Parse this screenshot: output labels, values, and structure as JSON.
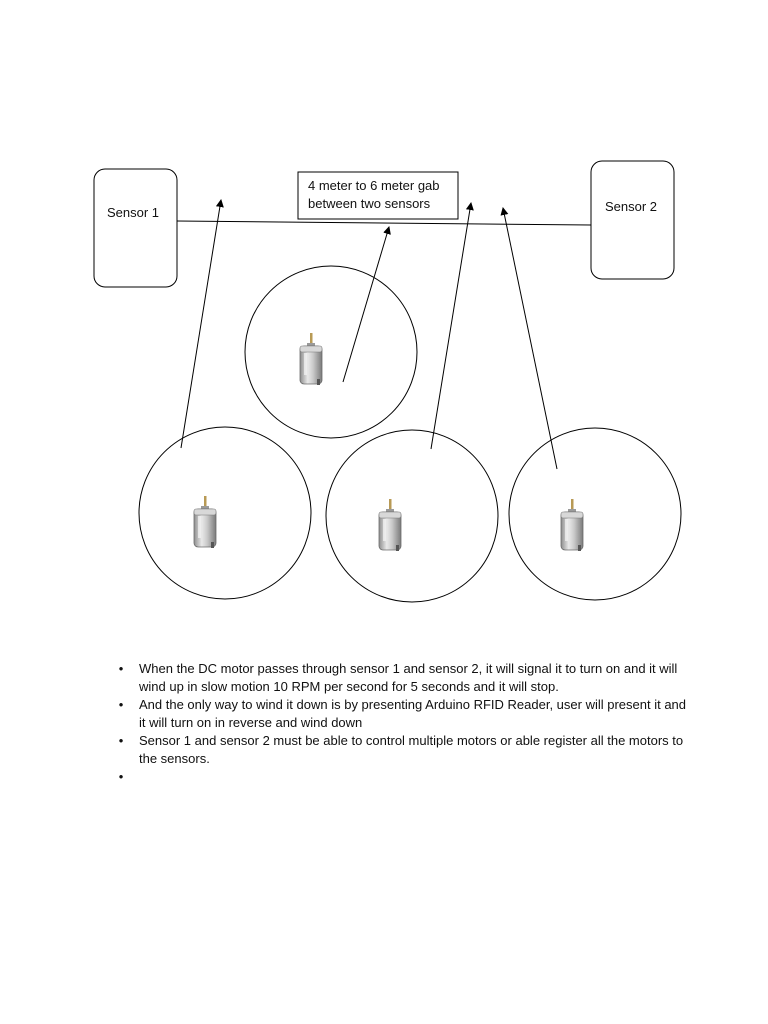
{
  "diagram": {
    "sensor1_label": "Sensor 1",
    "sensor2_label": "Sensor 2",
    "gap_note_line1": "4 meter to 6 meter gab",
    "gap_note_line2": "between two sensors",
    "motor_icon": "dc-motor-icon",
    "line_color": "#000000"
  },
  "notes": {
    "bullet_glyph": "•",
    "items": [
      "When the DC motor passes through sensor 1 and sensor 2, it will signal it to turn on and it will wind up in slow motion 10 RPM per second for 5 seconds and it will stop.",
      "And the only way to wind it down is by presenting Arduino RFID Reader, user will present it and it will turn on in reverse and wind down",
      "Sensor 1 and sensor 2 must be able to control multiple motors or able register all the motors to the sensors.",
      ""
    ]
  }
}
